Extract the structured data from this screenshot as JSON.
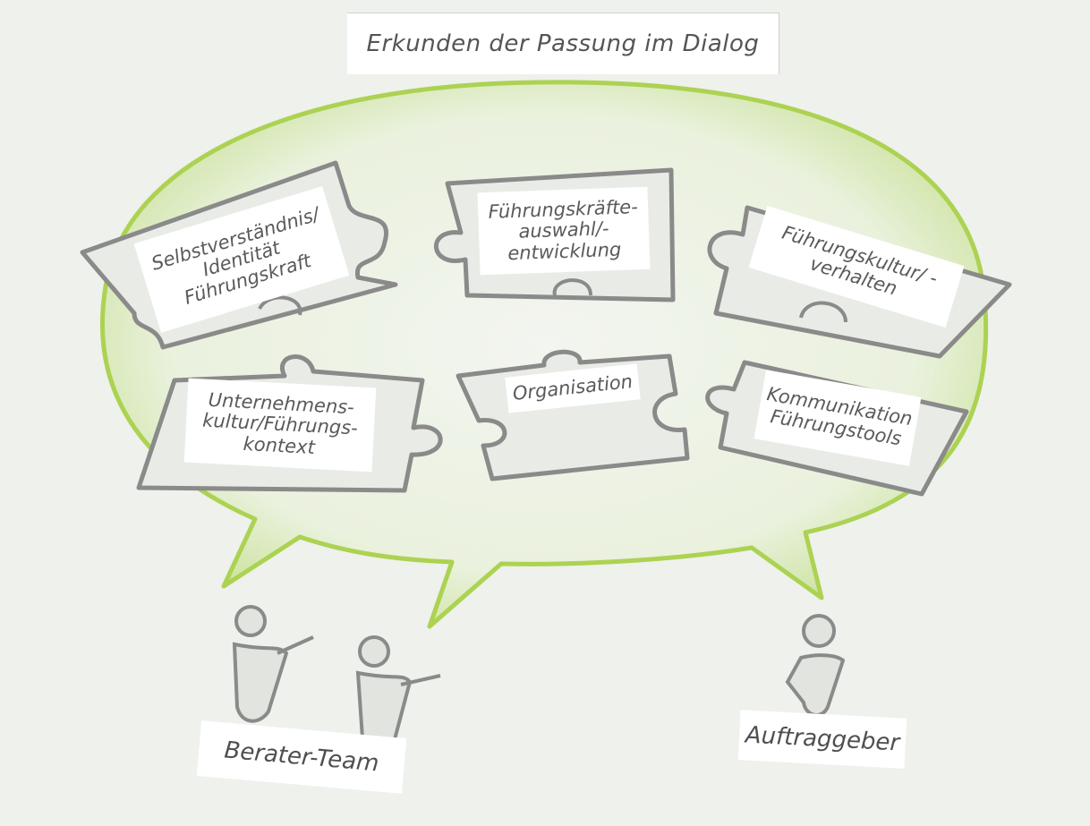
{
  "title": "Erkunden der Passung im Dialog",
  "colors": {
    "background": "#eef1ec",
    "bubble_fill": "#e2efc9",
    "bubble_stroke": "#a9d14a",
    "puzzle_stroke": "#8a8a8a",
    "puzzle_fill": "#e9ece6",
    "text": "#555555"
  },
  "pieces": [
    {
      "id": "p1",
      "lines": [
        "Selbstverständnis/",
        "Identität",
        "Führungskraft"
      ]
    },
    {
      "id": "p2",
      "lines": [
        "Führungskräfte-",
        "auswahl/-",
        "entwicklung"
      ]
    },
    {
      "id": "p3",
      "lines": [
        "Führungskultur/ -",
        "verhalten"
      ]
    },
    {
      "id": "p4",
      "lines": [
        "Unternehmens-",
        "kultur/Führungs-",
        "kontext"
      ]
    },
    {
      "id": "p5",
      "lines": [
        "Organisation"
      ]
    },
    {
      "id": "p6",
      "lines": [
        "Kommunikation",
        "Führungstools"
      ]
    }
  ],
  "roles": {
    "team": "Berater-Team",
    "client": "Auftraggeber"
  },
  "icons": [
    "speech-bubble-icon",
    "puzzle-piece-icon",
    "person-icon"
  ]
}
